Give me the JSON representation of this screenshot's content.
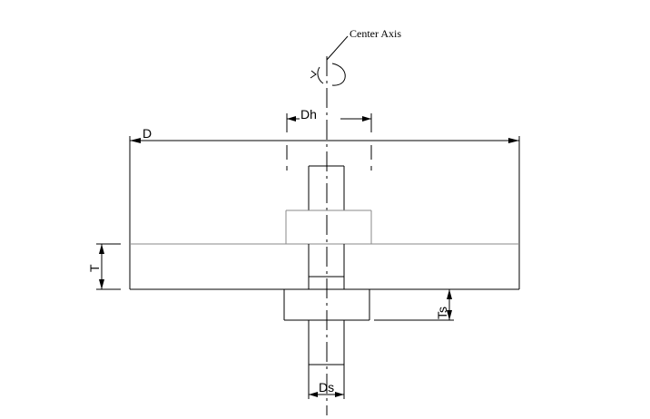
{
  "diagram": {
    "labels": {
      "center_axis": "Center Axis",
      "dh": "Dh",
      "d": "D",
      "t": "T",
      "ts": "Ts",
      "ds": "Ds"
    },
    "colors": {
      "lines": "#000000",
      "interface_line": "#8a8a8a",
      "background": "#ffffff"
    }
  }
}
